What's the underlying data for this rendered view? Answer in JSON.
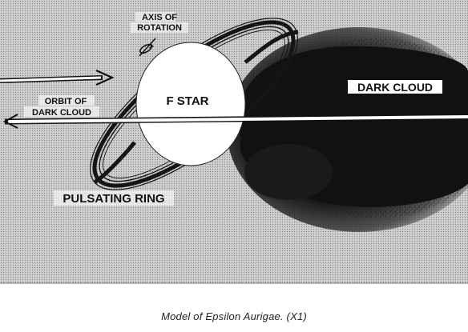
{
  "labels": {
    "axis_line1": "AXIS OF",
    "axis_line2": "ROTATION",
    "f_star": "F STAR",
    "dark_cloud": "DARK CLOUD",
    "orbit_line1": "ORBIT OF",
    "orbit_line2": "DARK CLOUD",
    "pulsating_ring": "PULSATING RING"
  },
  "caption": "Model of Epsilon Aurigae. (X1)",
  "colors": {
    "background_gray": "#c9c9c9",
    "page": "#ffffff",
    "star": "#ffffff",
    "cloud": "#121212",
    "ink": "#111111"
  }
}
